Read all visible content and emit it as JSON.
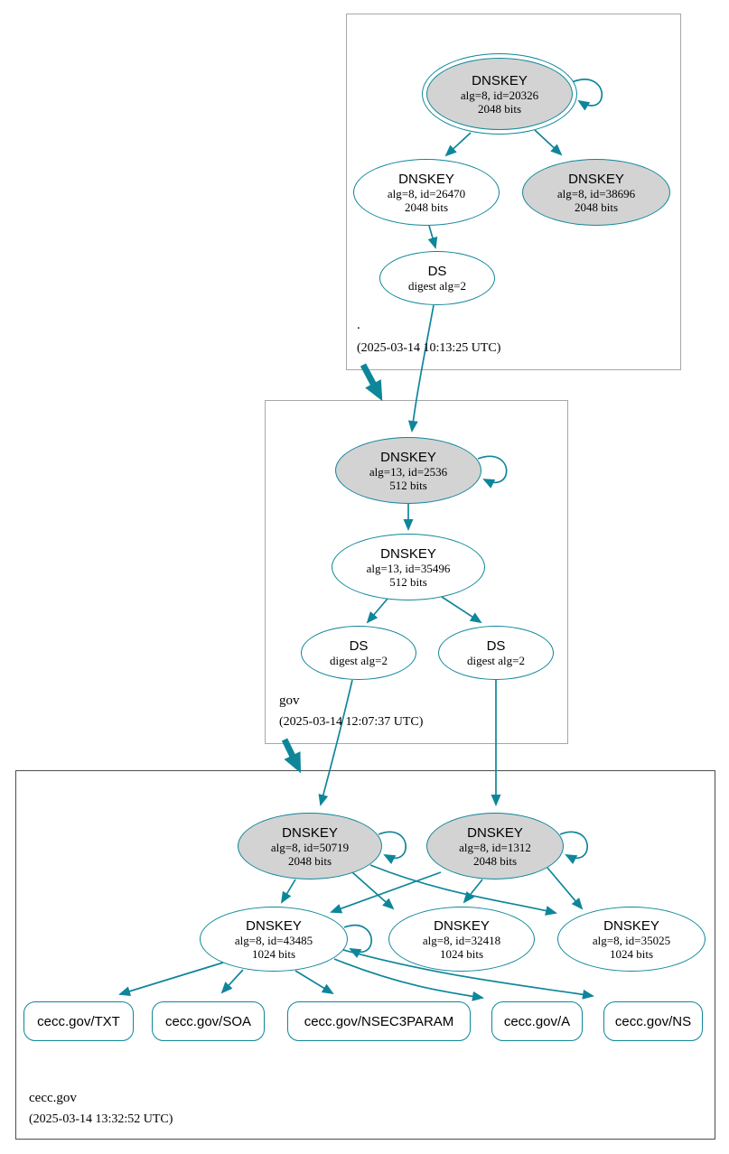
{
  "colors": {
    "edge": "#0e869a",
    "sep_key_fill": "#d3d3d3",
    "node_fill": "#ffffff",
    "cluster_border": "#a7a7a7",
    "current_cluster_border": "#4d4d4d"
  },
  "zones": [
    {
      "name": ".",
      "timestamp": "(2025-03-14 10:13:25 UTC)",
      "nodes": {
        "ksk": {
          "title": "DNSKEY",
          "detail": "alg=8, id=20326",
          "bits": "2048 bits"
        },
        "zsk": {
          "title": "DNSKEY",
          "detail": "alg=8, id=26470",
          "bits": "2048 bits"
        },
        "key3": {
          "title": "DNSKEY",
          "detail": "alg=8, id=38696",
          "bits": "2048 bits"
        },
        "ds": {
          "title": "DS",
          "detail": "digest alg=2"
        }
      }
    },
    {
      "name": "gov",
      "timestamp": "(2025-03-14 12:07:37 UTC)",
      "nodes": {
        "ksk": {
          "title": "DNSKEY",
          "detail": "alg=13, id=2536",
          "bits": "512 bits"
        },
        "zsk": {
          "title": "DNSKEY",
          "detail": "alg=13, id=35496",
          "bits": "512 bits"
        },
        "ds1": {
          "title": "DS",
          "detail": "digest alg=2"
        },
        "ds2": {
          "title": "DS",
          "detail": "digest alg=2"
        }
      }
    },
    {
      "name": "cecc.gov",
      "timestamp": "(2025-03-14 13:32:52 UTC)",
      "nodes": {
        "ksk1": {
          "title": "DNSKEY",
          "detail": "alg=8, id=50719",
          "bits": "2048 bits"
        },
        "ksk2": {
          "title": "DNSKEY",
          "detail": "alg=8, id=1312",
          "bits": "2048 bits"
        },
        "zsk1": {
          "title": "DNSKEY",
          "detail": "alg=8, id=43485",
          "bits": "1024 bits"
        },
        "zsk2": {
          "title": "DNSKEY",
          "detail": "alg=8, id=32418",
          "bits": "1024 bits"
        },
        "zsk3": {
          "title": "DNSKEY",
          "detail": "alg=8, id=35025",
          "bits": "1024 bits"
        },
        "rrsets": [
          {
            "label": "cecc.gov/TXT"
          },
          {
            "label": "cecc.gov/SOA"
          },
          {
            "label": "cecc.gov/NSEC3PARAM"
          },
          {
            "label": "cecc.gov/A"
          },
          {
            "label": "cecc.gov/NS"
          }
        ]
      }
    }
  ]
}
